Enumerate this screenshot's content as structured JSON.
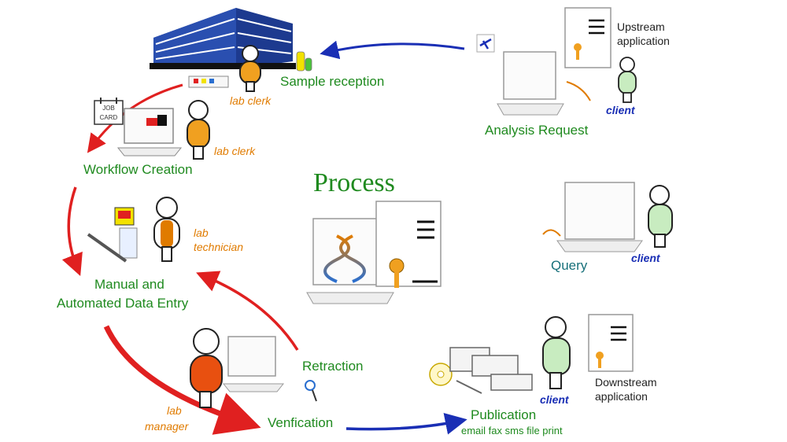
{
  "title": "Process",
  "steps": {
    "sample_reception": "Sample reception",
    "analysis_request": "Analysis Request",
    "workflow_creation": "Workflow Creation",
    "data_entry_line1": "Manual and",
    "data_entry_line2": "Automated Data Entry",
    "retraction": "Retraction",
    "verification": "Venfication",
    "publication": "Publication",
    "publication_sub": "email fax sms file print",
    "query": "Query"
  },
  "roles": {
    "lab_clerk_1": "lab clerk",
    "lab_clerk_2": "lab clerk",
    "lab_technician_1": "lab",
    "lab_technician_2": "technician",
    "lab_manager_1": "lab",
    "lab_manager_2": "manager",
    "client_1": "client",
    "client_2": "client",
    "client_3": "client"
  },
  "systems": {
    "upstream_1": "Upstream",
    "upstream_2": "application",
    "downstream_1": "Downstream",
    "downstream_2": "application"
  },
  "icons": {
    "job_card_1": "JOB",
    "job_card_2": "CARD"
  },
  "colors": {
    "step_label": "#1f8a1f",
    "role_label": "#e07b00",
    "client_label": "#1a2fb5",
    "red_arrow": "#e02020",
    "blue_arrow": "#1a2fb5",
    "person_orange": "#f0a020",
    "person_red": "#e85010",
    "person_green": "#c8ecc0"
  }
}
